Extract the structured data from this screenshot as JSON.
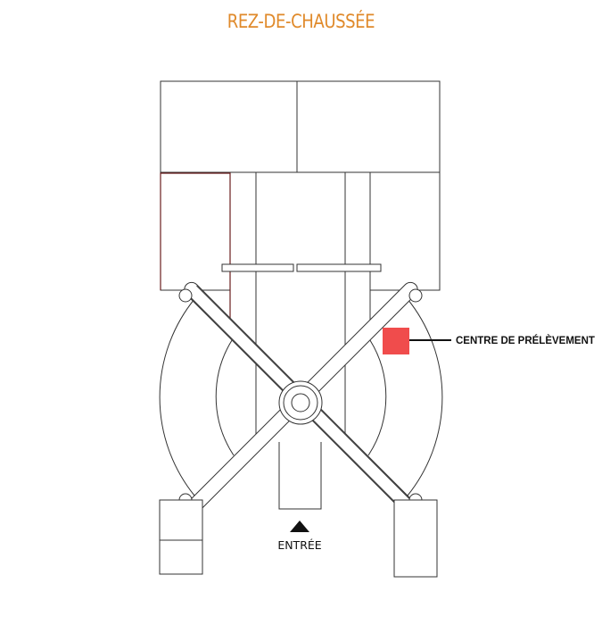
{
  "floor": {
    "title": "REZ-DE-CHAUSSÉE",
    "title_color": "#e08a2b"
  },
  "locations": [
    {
      "label": "CENTRE DE PRÉLÈVEMENT",
      "marker_color": "#f04c4c",
      "label_color": "#111111"
    }
  ],
  "entrance": {
    "label": "ENTRÉE",
    "icon": "up-triangle-icon"
  },
  "colors": {
    "walls": "#333333",
    "highlight_wall": "#6b1e1e",
    "background": "#ffffff"
  }
}
